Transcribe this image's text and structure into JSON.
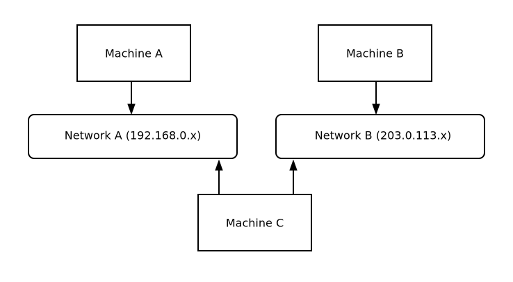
{
  "nodes": {
    "machine_a": {
      "label": "Machine A"
    },
    "machine_b": {
      "label": "Machine B"
    },
    "machine_c": {
      "label": "Machine C"
    },
    "network_a": {
      "label": "Network A (192.168.0.x)"
    },
    "network_b": {
      "label": "Network B (203.0.113.x)"
    }
  },
  "edges": [
    {
      "from": "Machine A",
      "to": "Network A (192.168.0.x)"
    },
    {
      "from": "Machine B",
      "to": "Network B (203.0.113.x)"
    },
    {
      "from": "Machine C",
      "to": "Network A (192.168.0.x)"
    },
    {
      "from": "Machine C",
      "to": "Network B (203.0.113.x)"
    }
  ]
}
